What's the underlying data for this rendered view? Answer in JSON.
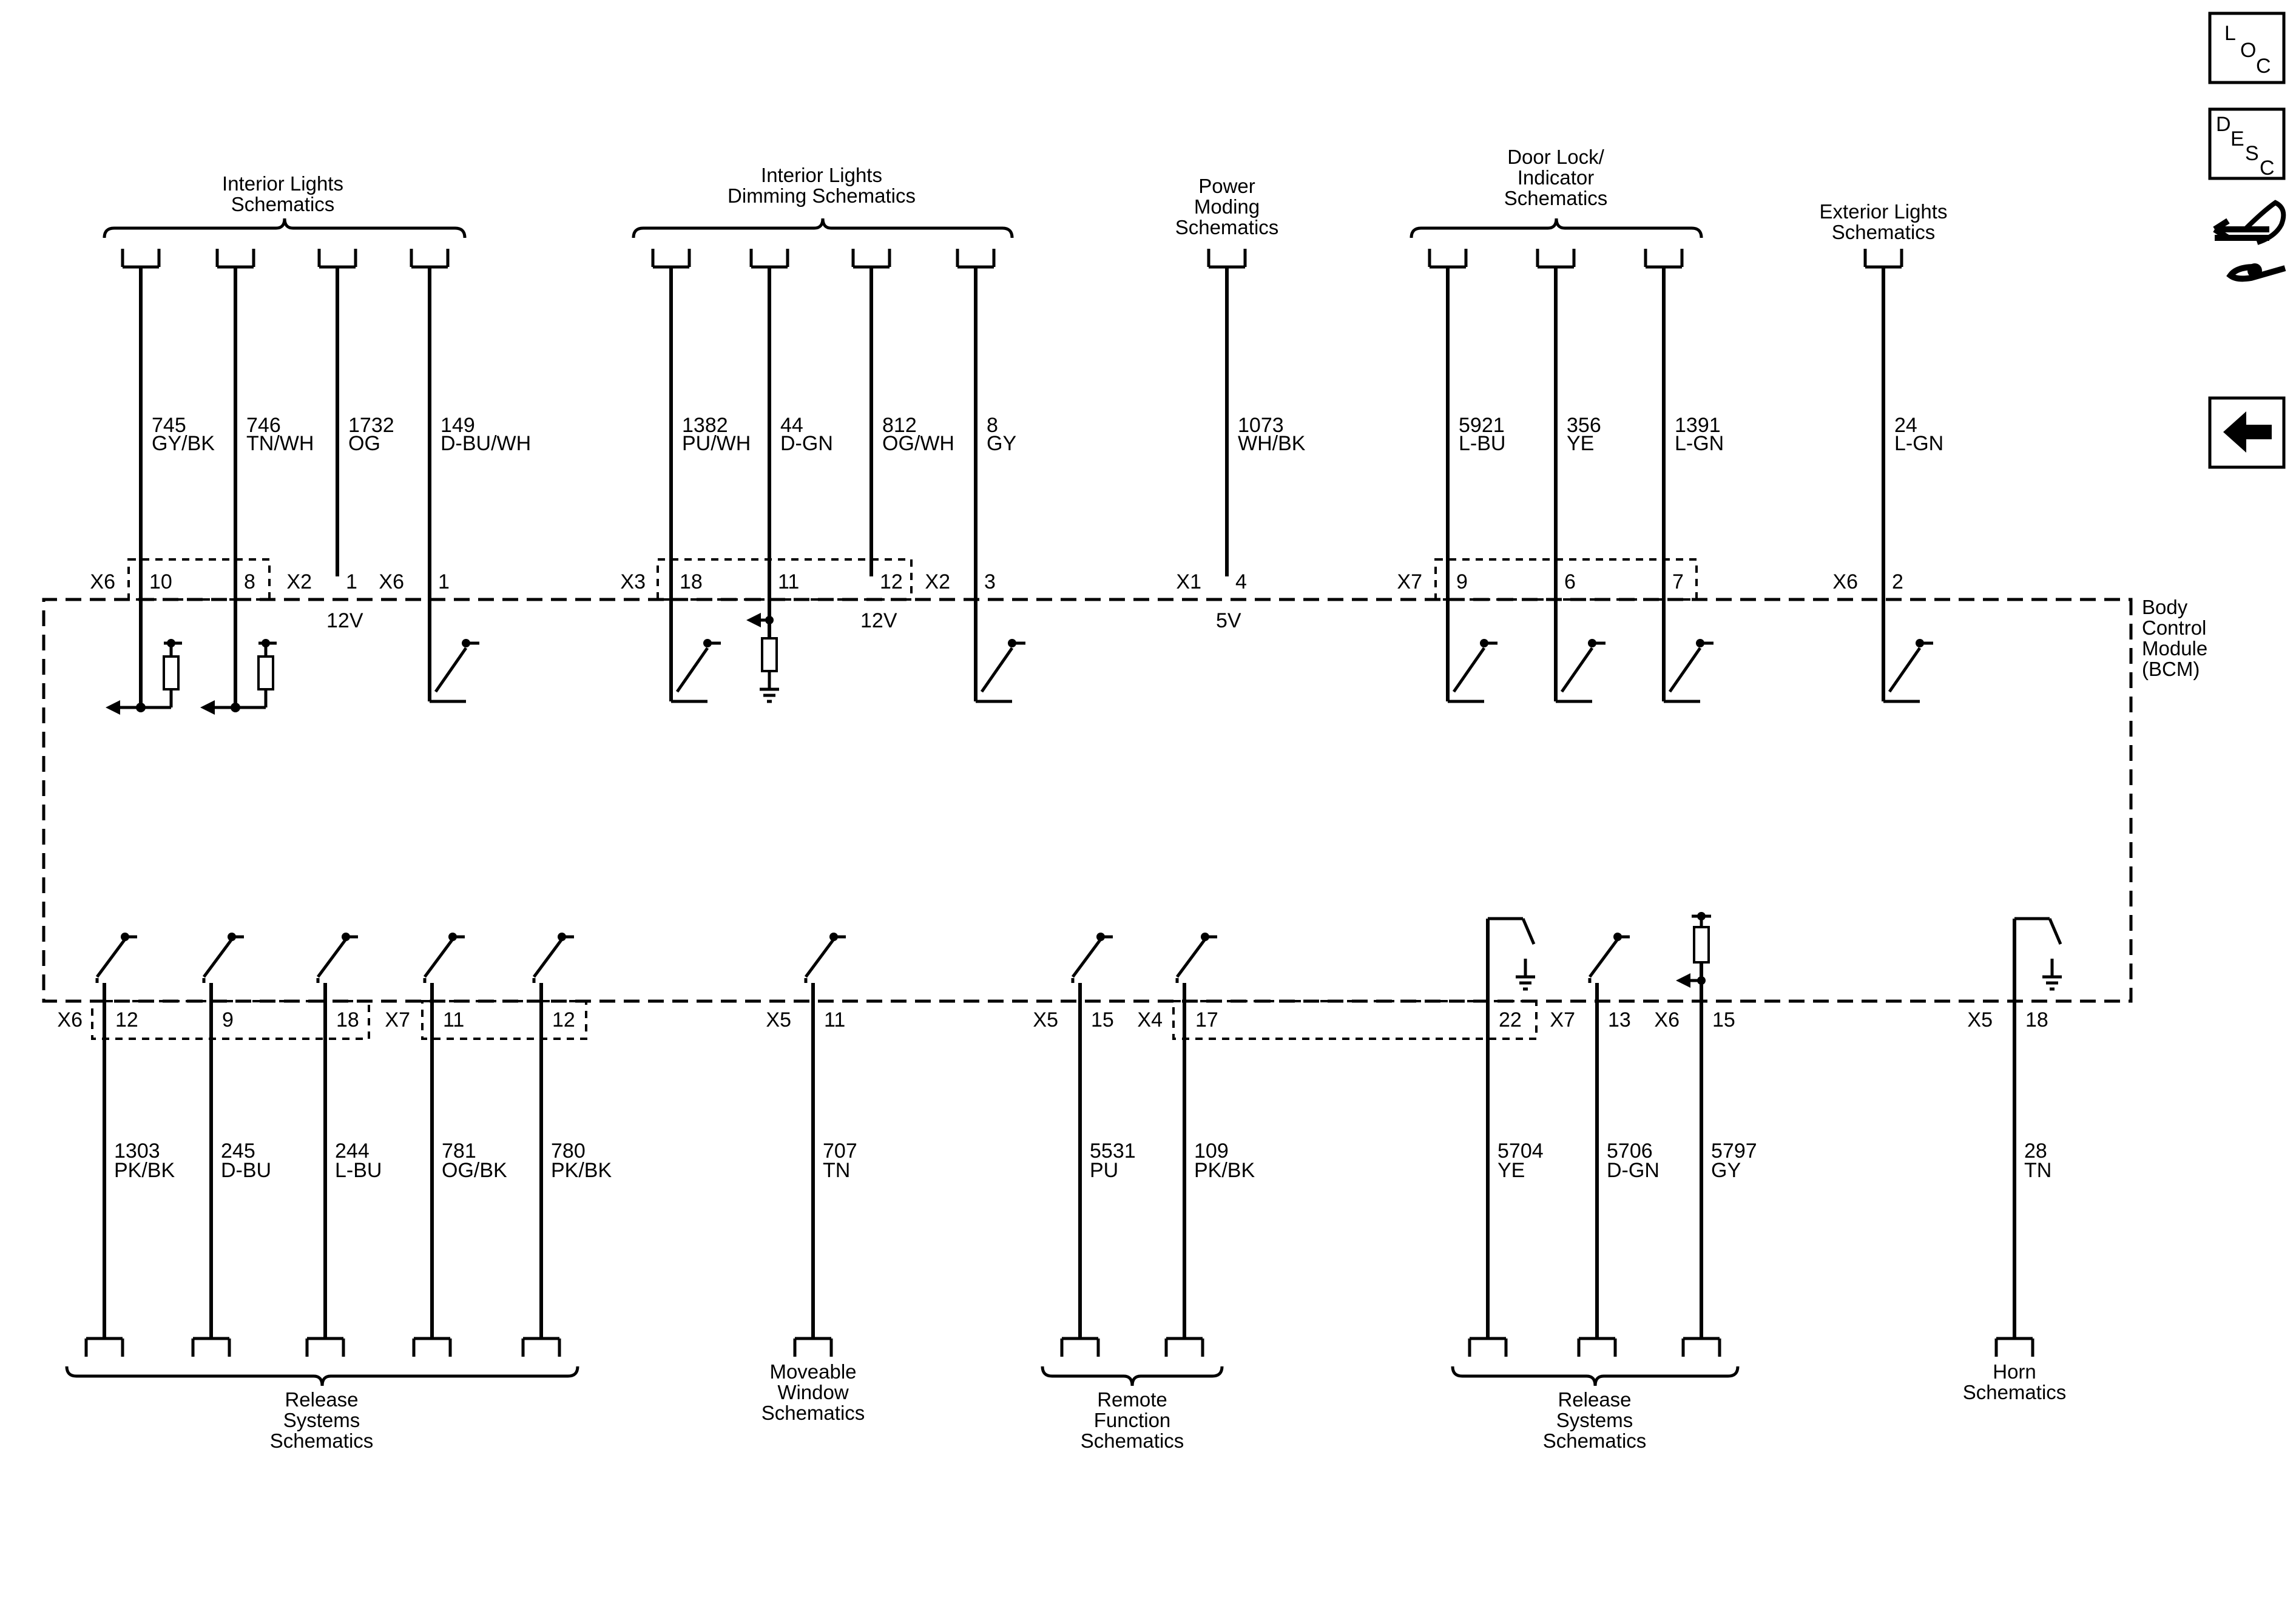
{
  "module": {
    "lines": [
      "Body",
      "Control",
      "Module",
      "(BCM)"
    ]
  },
  "side_buttons": [
    {
      "name": "loc-button",
      "letters": [
        "L",
        "O",
        "C"
      ]
    },
    {
      "name": "desc-button",
      "letters": [
        "D",
        "E",
        "S",
        "C"
      ]
    },
    {
      "name": "connector-tool-button",
      "icon": "connector-tool-icon"
    },
    {
      "name": "back-button",
      "icon": "left-arrow-icon"
    }
  ],
  "top_groups": [
    {
      "title": [
        "Interior Lights",
        "Schematics"
      ]
    },
    {
      "title": [
        "Interior Lights",
        "Dimming Schematics"
      ]
    },
    {
      "title": [
        "Power",
        "Moding",
        "Schematics"
      ]
    },
    {
      "title": [
        "Door Lock/",
        "Indicator",
        "Schematics"
      ]
    },
    {
      "title": [
        "Exterior Lights",
        "Schematics"
      ]
    }
  ],
  "bottom_groups": [
    {
      "title": [
        "Release",
        "Systems",
        "Schematics"
      ]
    },
    {
      "title": [
        "Moveable",
        "Window",
        "Schematics"
      ]
    },
    {
      "title": [
        "Remote",
        "Function",
        "Schematics"
      ]
    },
    {
      "title": [
        "Release",
        "Systems",
        "Schematics"
      ]
    },
    {
      "title": [
        "Horn",
        "Schematics"
      ]
    }
  ],
  "top_wires": [
    {
      "circuit": "745",
      "color": "GY/BK",
      "conn": "X6",
      "pin": "10",
      "type": "pullup_out"
    },
    {
      "circuit": "746",
      "color": "TN/WH",
      "pin": "8",
      "type": "pullup_out"
    },
    {
      "circuit": "1732",
      "color": "OG",
      "conn": "X2",
      "pin": "1",
      "voltage": "12V",
      "type": "plain"
    },
    {
      "circuit": "149",
      "color": "D-BU/WH",
      "conn": "X6",
      "pin": "1",
      "type": "switch"
    },
    {
      "circuit": "1382",
      "color": "PU/WH",
      "conn": "X3",
      "pin": "18",
      "type": "switch"
    },
    {
      "circuit": "44",
      "color": "D-GN",
      "pin": "11",
      "type": "ground_in"
    },
    {
      "circuit": "812",
      "color": "OG/WH",
      "pin": "12",
      "voltage": "12V",
      "type": "plain"
    },
    {
      "circuit": "8",
      "color": "GY",
      "conn": "X2",
      "pin": "3",
      "type": "switch"
    },
    {
      "circuit": "1073",
      "color": "WH/BK",
      "conn": "X1",
      "pin": "4",
      "voltage": "5V",
      "type": "plain"
    },
    {
      "circuit": "5921",
      "color": "L-BU",
      "conn": "X7",
      "pin": "9",
      "type": "switch"
    },
    {
      "circuit": "356",
      "color": "YE",
      "pin": "6",
      "type": "switch"
    },
    {
      "circuit": "1391",
      "color": "L-GN",
      "pin": "7",
      "type": "switch"
    },
    {
      "circuit": "24",
      "color": "L-GN",
      "conn": "X6",
      "pin": "2",
      "type": "switch"
    }
  ],
  "bottom_wires": [
    {
      "circuit": "1303",
      "color": "PK/BK",
      "conn": "X6",
      "pin": "12",
      "type": "switch"
    },
    {
      "circuit": "245",
      "color": "D-BU",
      "pin": "9",
      "type": "switch"
    },
    {
      "circuit": "244",
      "color": "L-BU",
      "pin": "18",
      "type": "switch"
    },
    {
      "circuit": "781",
      "color": "OG/BK",
      "conn": "X7",
      "pin": "11",
      "type": "switch"
    },
    {
      "circuit": "780",
      "color": "PK/BK",
      "pin": "12",
      "type": "switch"
    },
    {
      "circuit": "707",
      "color": "TN",
      "conn": "X5",
      "pin": "11",
      "type": "switch"
    },
    {
      "circuit": "5531",
      "color": "PU",
      "conn": "X5",
      "pin": "15",
      "type": "switch"
    },
    {
      "circuit": "109",
      "color": "PK/BK",
      "conn": "X4",
      "pin": "17",
      "type": "switch"
    },
    {
      "circuit": "5704",
      "color": "YE",
      "pin": "22",
      "type": "ground_switch"
    },
    {
      "circuit": "5706",
      "color": "D-GN",
      "conn": "X7",
      "pin": "13",
      "type": "switch"
    },
    {
      "circuit": "5797",
      "color": "GY",
      "conn": "X6",
      "pin": "15",
      "type": "pullup_in"
    },
    {
      "circuit": "28",
      "color": "TN",
      "conn": "X5",
      "pin": "18",
      "type": "ground_switch"
    }
  ]
}
